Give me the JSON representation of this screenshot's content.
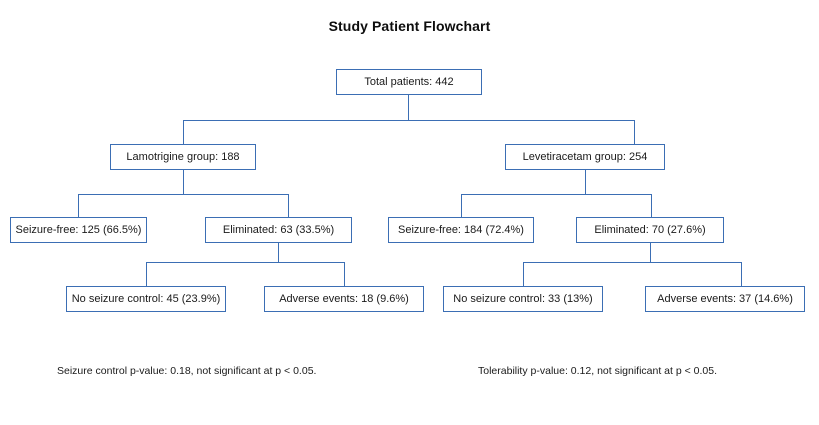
{
  "title": "Study Patient Flowchart",
  "colors": {
    "node_border": "#3b6eb4",
    "connector": "#3b6eb4",
    "background": "#ffffff",
    "text": "#1a1a1a"
  },
  "nodes": {
    "root": "Total patients: 442",
    "left_group": "Lamotrigine group: 188",
    "right_group": "Levetiracetam group: 254",
    "left_seizure_free": "Seizure-free: 125 (66.5%)",
    "left_eliminated": "Eliminated: 63 (33.5%)",
    "right_seizure_free": "Seizure-free: 184 (72.4%)",
    "right_eliminated": "Eliminated: 70 (27.6%)",
    "left_no_seizure_control": "No seizure control: 45 (23.9%)",
    "left_adverse_events": "Adverse events: 18 (9.6%)",
    "right_no_seizure_control": "No seizure control: 33 (13%)",
    "right_adverse_events": "Adverse events: 37 (14.6%)"
  },
  "notes": {
    "left": "Seizure control p-value: 0.18, not significant at p < 0.05.",
    "right": "Tolerability p-value: 0.12, not significant at p < 0.05."
  }
}
